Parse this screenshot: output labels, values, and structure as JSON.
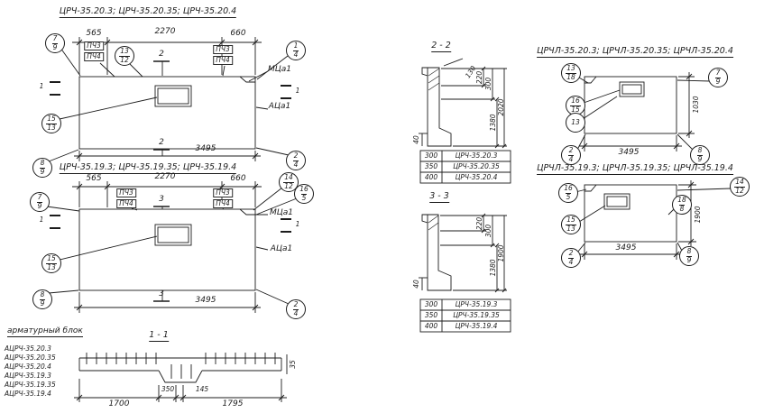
{
  "sheet": {
    "background": "#ffffff",
    "ink": "#1c1c1c"
  },
  "lt": {
    "title": "ЦРЧ-35.20.3; ЦРЧ-35.20.35; ЦРЧ-35.20.4",
    "dim_a": "565",
    "dim_b": "2270",
    "dim_c": "660",
    "dim_total": "3495",
    "label_p3_left": "ПЧ3",
    "label_p4_left": "ПЧ4",
    "label_p3_right": "ПЧ3",
    "label_p4_right": "ПЧ4",
    "label_m": "МЦа1",
    "label_a": "АЦа1",
    "mark_sec_top": "2",
    "mark_sec_bottom": "2",
    "mark_edge_left": "1",
    "mark_edge_right": "1",
    "callouts": {
      "tl": {
        "t": "7",
        "b": "9"
      },
      "tm": {
        "t": "13",
        "b": "12"
      },
      "tr": {
        "t": "1",
        "b": "4"
      },
      "ml": {
        "t": "15",
        "b": "13"
      },
      "bl": {
        "t": "8",
        "b": "9"
      },
      "br": {
        "t": "2",
        "b": "4"
      }
    }
  },
  "lb": {
    "title": "ЦРЧ-35.19.3; ЦРЧ-35.19.35; ЦРЧ-35.19.4",
    "dim_a": "565",
    "dim_b": "2270",
    "dim_c": "660",
    "dim_total": "3495",
    "label_p3_left": "ПЧ3",
    "label_p4_left": "ПЧ4",
    "label_p3_right": "ПЧ3",
    "label_p4_right": "ПЧ4",
    "label_m": "МЦа1",
    "label_a": "АЦа1",
    "mark_sec_top": "3",
    "mark_sec_bottom": "3",
    "mark_edge_left": "1",
    "mark_edge_right": "1",
    "callouts": {
      "tl": {
        "t": "7",
        "b": "9"
      },
      "tr1": {
        "t": "14",
        "b": "12"
      },
      "tr2": {
        "t": "16",
        "b": "5"
      },
      "ml": {
        "t": "15",
        "b": "13"
      },
      "bl": {
        "t": "8",
        "b": "9"
      },
      "br": {
        "t": "2",
        "b": "4"
      }
    }
  },
  "rebar": {
    "caption": "арматурный блок",
    "section_title": "1 - 1",
    "items": [
      "АЦРЧ-35.20.3",
      "АЦРЧ-35.20.35",
      "АЦРЧ-35.20.4",
      "АЦРЧ-35.19.3",
      "АЦРЧ-35.19.35",
      "АЦРЧ-35.19.4"
    ],
    "dim_left": "1700",
    "dim_mid1": "350",
    "dim_mid2": "145",
    "dim_right": "1795",
    "dim_height": "35"
  },
  "s22": {
    "title": "2 - 2",
    "dim_130": "130",
    "dim_220": "220",
    "dim_300": "300",
    "dim_2020": "2020",
    "dim_1380": "1380",
    "dim_40": "40",
    "table": [
      {
        "w": "300",
        "name": "ЦРЧ-35.20.3"
      },
      {
        "w": "350",
        "name": "ЦРЧ-35.20.35"
      },
      {
        "w": "400",
        "name": "ЦРЧ-35.20.4"
      }
    ]
  },
  "s33": {
    "title": "3 - 3",
    "dim_220": "220",
    "dim_300": "300",
    "dim_1900": "1900",
    "dim_1380": "1380",
    "dim_40": "40",
    "table": [
      {
        "w": "300",
        "name": "ЦРЧ-35.19.3"
      },
      {
        "w": "350",
        "name": "ЦРЧ-35.19.35"
      },
      {
        "w": "400",
        "name": "ЦРЧ-35.19.4"
      }
    ]
  },
  "rt": {
    "title": "ЦРЧЛ-35.20.3; ЦРЧЛ-35.20.35; ЦРЧЛ-35.20.4",
    "dim_h": "1030",
    "dim_total": "3495",
    "callouts": {
      "tl": {
        "t": "13",
        "b": "18"
      },
      "tr": {
        "t": "7",
        "b": "9"
      },
      "ml": {
        "t": "16",
        "b": "15"
      },
      "ml2": {
        "t": "13"
      },
      "bl": {
        "t": "2",
        "b": "4"
      },
      "br": {
        "t": "8",
        "b": "9"
      }
    }
  },
  "rb": {
    "title": "ЦРЧЛ-35.19.3; ЦРЧЛ-35.19.35; ЦРЧЛ-35.19.4",
    "dim_h": "1900",
    "dim_total": "3495",
    "callouts": {
      "tl": {
        "t": "16",
        "b": "5"
      },
      "tr": {
        "t": "14",
        "b": "12"
      },
      "ml": {
        "t": "15",
        "b": "13"
      },
      "mr": {
        "t": "18",
        "b": "8"
      },
      "bl": {
        "t": "2",
        "b": "4"
      },
      "br": {
        "t": "8",
        "b": "9"
      }
    }
  }
}
